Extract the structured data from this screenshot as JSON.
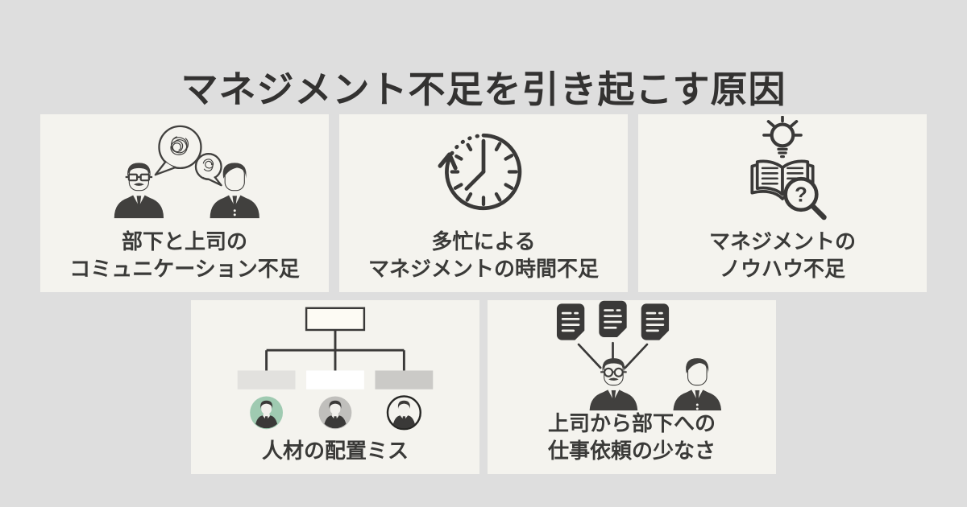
{
  "page": {
    "title": "マネジメント不足を引き起こす原因",
    "background_color": "#dedede",
    "card_background_color": "#f4f3ee",
    "title_color": "#333231",
    "text_color": "#3a3a38",
    "icon_dark_color": "#41403e"
  },
  "cards": [
    {
      "id": "communication-shortage",
      "icon": "boss-subordinate-tangled-speech-bubbles-icon",
      "label_line1": "部下と上司の",
      "label_line2": "コミュニケーション不足"
    },
    {
      "id": "time-shortage",
      "icon": "clock-time-passing-icon",
      "label_line1": "多忙による",
      "label_line2": "マネジメントの時間不足"
    },
    {
      "id": "knowhow-shortage",
      "icon": "book-lightbulb-magnifier-icon",
      "label_line1": "マネジメントの",
      "label_line2": "ノウハウ不足"
    },
    {
      "id": "staff-misplacement",
      "icon": "org-chart-avatars-icon",
      "label_line1": "人材の配置ミス",
      "label_line2": ""
    },
    {
      "id": "few-work-requests",
      "icon": "documents-to-boss-icon",
      "label_line1": "上司から部下への",
      "label_line2": "仕事依頼の少なさ"
    }
  ],
  "icons": {
    "question_mark": "?",
    "avatar_circle_colors": {
      "left": "#9fcab1",
      "middle": "#c0bfbc",
      "right": "#f4f3ee"
    },
    "org_chart_box_colors": {
      "top": "#fdfbf4",
      "left": "#e2e1de",
      "middle": "#ffffff",
      "right": "#cbcac7"
    }
  }
}
